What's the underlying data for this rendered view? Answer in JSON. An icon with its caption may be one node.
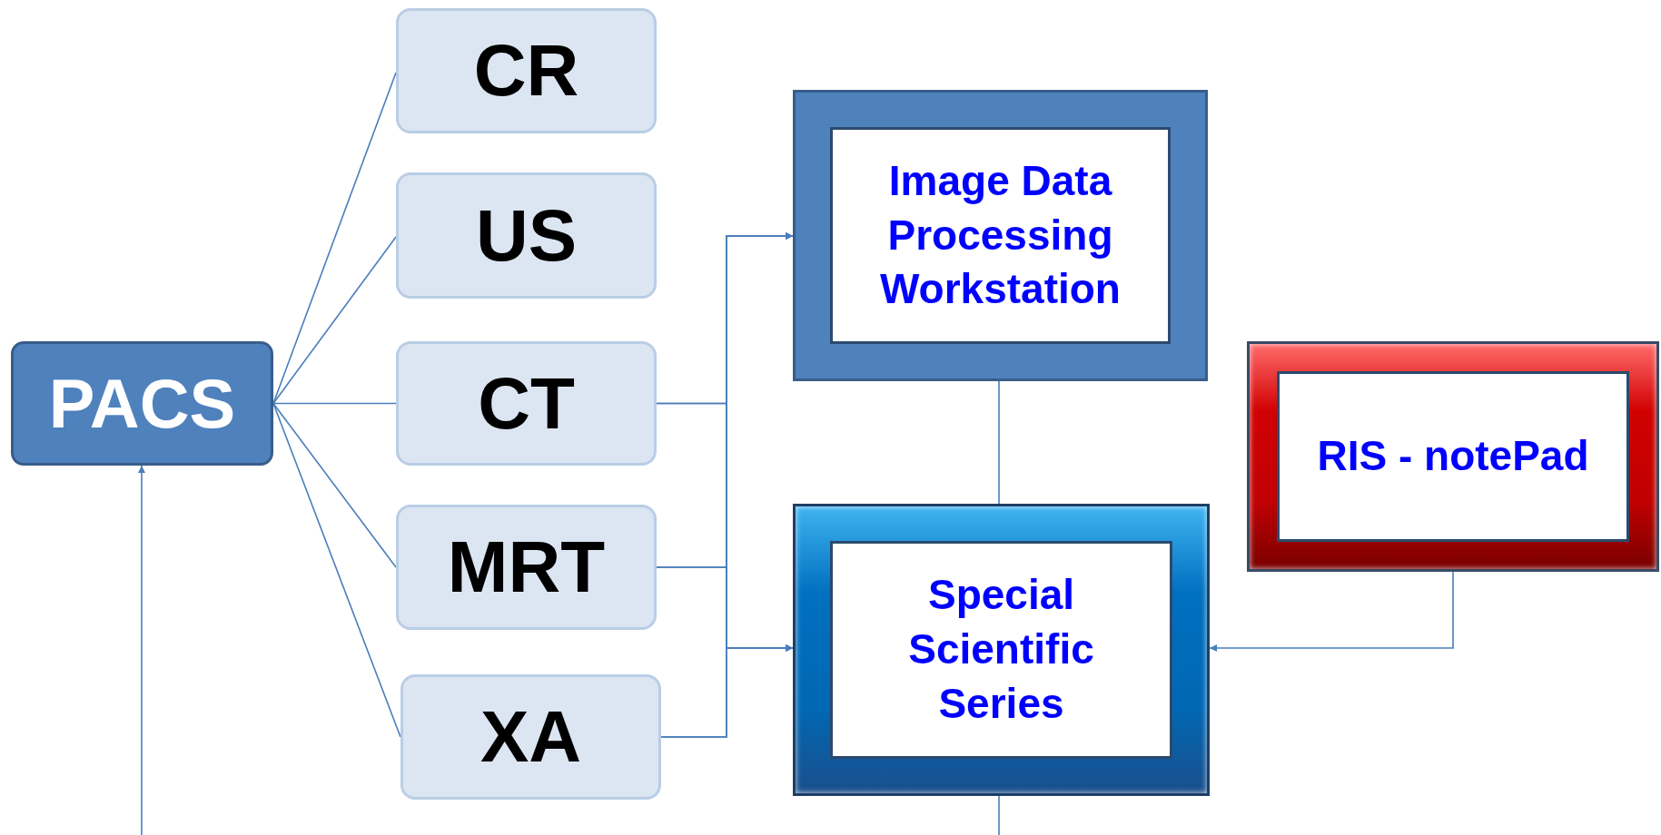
{
  "diagram": {
    "nodes": [
      {
        "text": [
          "PACS"
        ]
      },
      {
        "text": [
          "CR"
        ]
      },
      {
        "text": [
          "US"
        ]
      },
      {
        "text": [
          "CT"
        ]
      },
      {
        "text": [
          "MRT"
        ]
      },
      {
        "text": [
          "XA"
        ]
      },
      {
        "text": [
          "Image Data Processing Workstation"
        ]
      },
      {
        "text": [
          "Special Scientific Series"
        ]
      },
      {
        "text": [
          "RIS - notePad"
        ]
      }
    ],
    "edges": [
      {
        "from": 0,
        "to": 1,
        "arrow": "none"
      },
      {
        "from": 0,
        "to": 2,
        "arrow": "none"
      },
      {
        "from": 0,
        "to": 3,
        "arrow": "none"
      },
      {
        "from": 0,
        "to": 4,
        "arrow": "none"
      },
      {
        "from": 0,
        "to": 5,
        "arrow": "none"
      },
      {
        "from": 3,
        "to": 6,
        "arrow": "to"
      },
      {
        "from": 3,
        "to": 7,
        "arrow": "to"
      },
      {
        "from": 4,
        "to": 6,
        "arrow": "to"
      },
      {
        "from": 4,
        "to": 7,
        "arrow": "to"
      },
      {
        "from": 5,
        "to": 6,
        "arrow": "to"
      },
      {
        "from": 5,
        "to": 7,
        "arrow": "to"
      },
      {
        "from": 6,
        "to": 7,
        "arrow": "none"
      },
      {
        "from": 8,
        "to": 7,
        "arrow": "to"
      },
      {
        "from": null,
        "to": 0,
        "arrow": "to"
      },
      {
        "from": 7,
        "to": null,
        "arrow": "none"
      }
    ]
  }
}
